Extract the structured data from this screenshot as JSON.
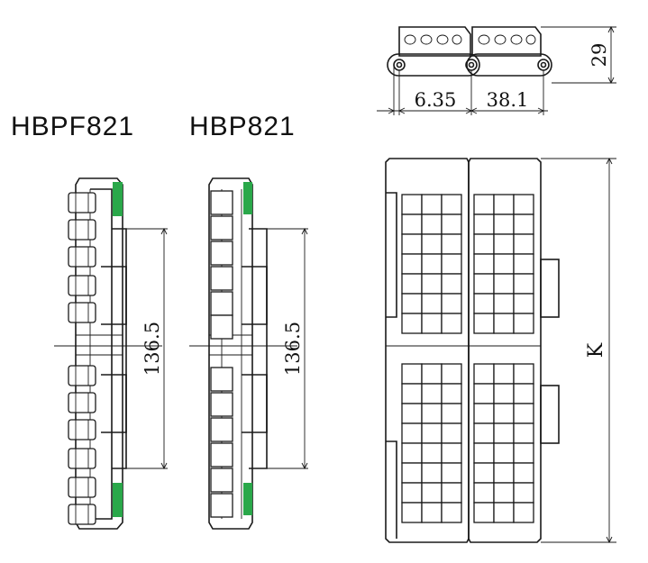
{
  "labels": {
    "model_flex": "HBPF821",
    "model_straight": "HBP821",
    "width_dim_flex": "136.5",
    "width_dim_straight": "136.5",
    "height_dim": "29",
    "offset_dim": "6.35",
    "pitch_dim": "38.1",
    "width_k": "K"
  },
  "colors": {
    "line": "#1a1a1a",
    "friction_insert": "#2aa84a"
  }
}
